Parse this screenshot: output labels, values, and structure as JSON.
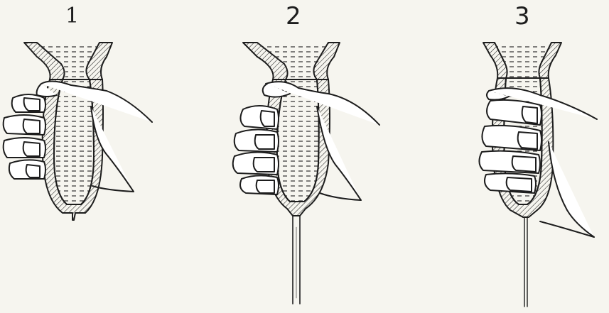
{
  "figure": {
    "panels": [
      {
        "number": "1",
        "stream": "none"
      },
      {
        "number": "2",
        "stream": "thick"
      },
      {
        "number": "3",
        "stream": "thin"
      }
    ],
    "colors": {
      "ink": "#1d1d1d",
      "paper": "#f6f5ef",
      "fill": "#ffffff"
    }
  }
}
